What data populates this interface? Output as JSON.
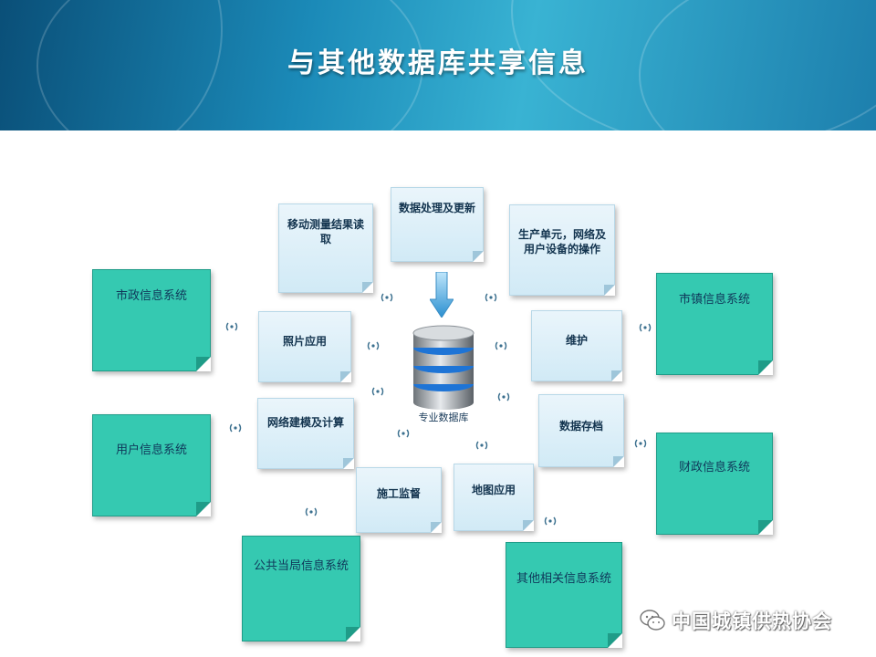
{
  "title": "与其他数据库共享信息",
  "center": {
    "label": "专业数据库",
    "icon": "database-icon",
    "arrow": "down-arrow-icon"
  },
  "inner_nodes": [
    {
      "id": "mobile",
      "label": "移动测量结果读取"
    },
    {
      "id": "process",
      "label": "数据处理及更新"
    },
    {
      "id": "production",
      "label": "生产单元，网络及用户设备的操作"
    },
    {
      "id": "photo",
      "label": "照片应用"
    },
    {
      "id": "maintain",
      "label": "维护"
    },
    {
      "id": "network",
      "label": "网络建模及计算"
    },
    {
      "id": "archive",
      "label": "数据存档"
    },
    {
      "id": "construction",
      "label": "施工监督"
    },
    {
      "id": "map",
      "label": "地图应用"
    }
  ],
  "outer_nodes": [
    {
      "id": "municipal",
      "label": "市政信息系统"
    },
    {
      "id": "town",
      "label": "市镇信息系统"
    },
    {
      "id": "user",
      "label": "用户信息系统"
    },
    {
      "id": "finance",
      "label": "财政信息系统"
    },
    {
      "id": "public",
      "label": "公共当局信息系统"
    },
    {
      "id": "other",
      "label": "其他相关信息系统"
    }
  ],
  "watermark": {
    "text": "中国城镇供热协会",
    "icon": "wechat-icon"
  },
  "colors": {
    "banner": "#1b8ab8",
    "teal": "#35c9b1",
    "light": "#d1eaf6",
    "db_blue": "#1e74d6"
  }
}
